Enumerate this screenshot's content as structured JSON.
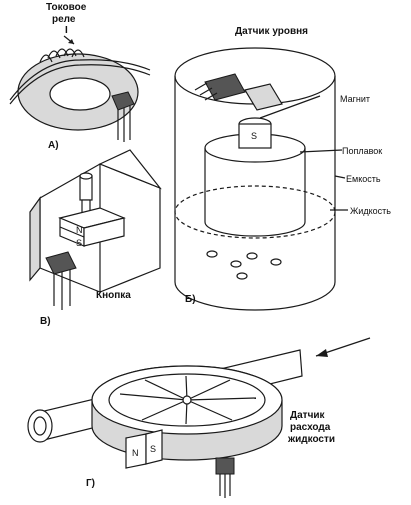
{
  "labels": {
    "current_relay": "Токовое\nреле",
    "current_symbol": "I",
    "level_sensor": "Датчик уровня",
    "magnet": "Магнит",
    "float": "Поплавок",
    "container": "Емкость",
    "liquid": "Жидкость",
    "button": "Кнопка",
    "flow_sensor": "Датчик\nрасхода\nжидкости",
    "pole_n": "N",
    "pole_s": "S"
  },
  "panels": {
    "a": "А)",
    "b": "Б)",
    "v": "В)",
    "g": "Г)"
  }
}
